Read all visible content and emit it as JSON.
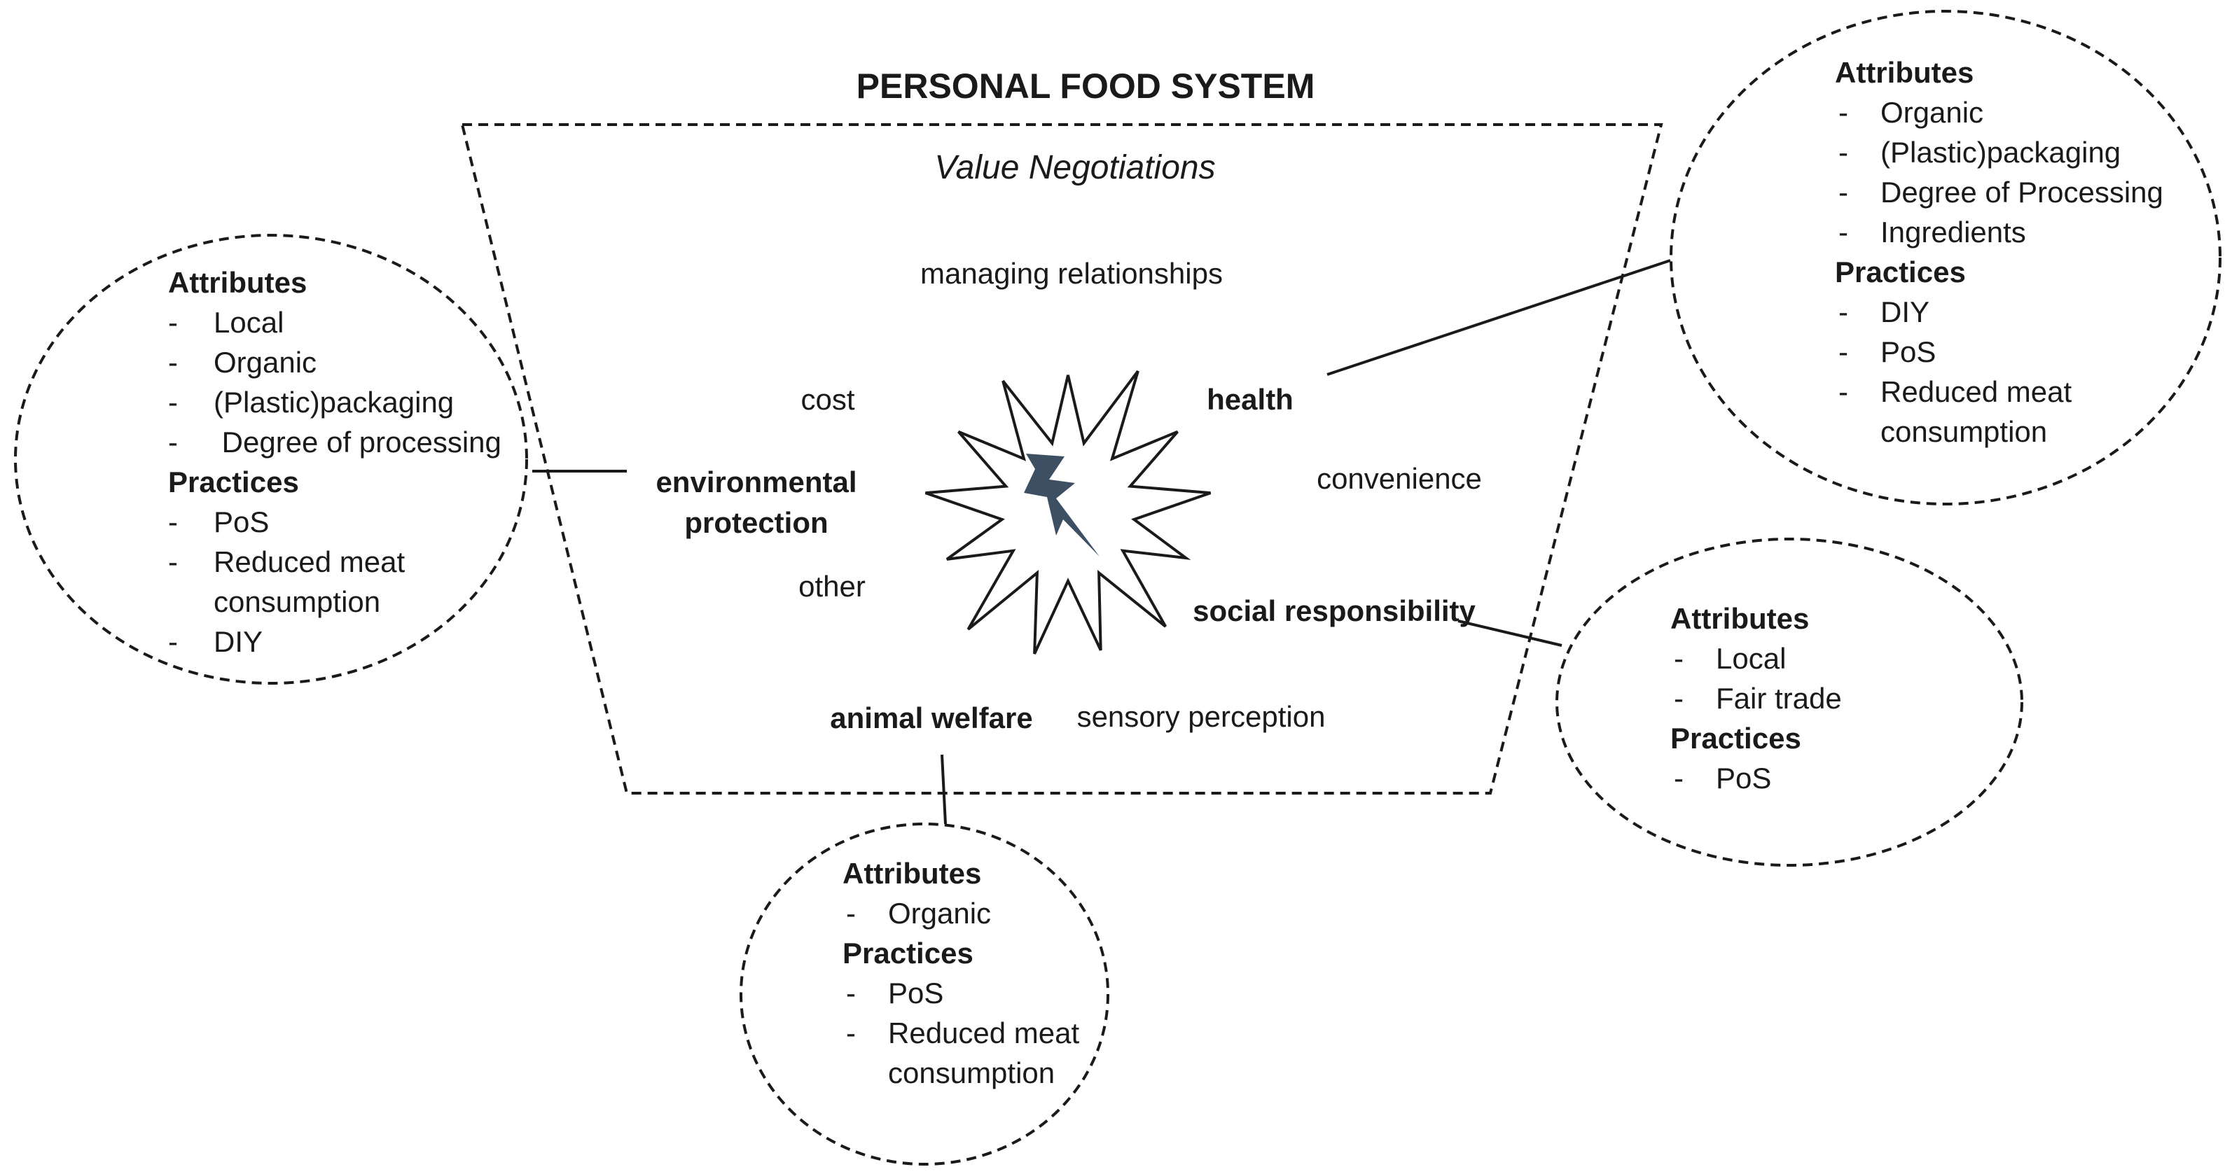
{
  "title": "PERSONAL FOOD SYSTEM",
  "subtitle": "Value Negotiations",
  "values": {
    "managing_relationships": "managing relationships",
    "cost": "cost",
    "health": "health",
    "convenience": "convenience",
    "environmental_protection_1": "environmental",
    "environmental_protection_2": "protection",
    "other": "other",
    "social_responsibility": "social responsibility",
    "animal_welfare": "animal welfare",
    "sensory_perception": "sensory perception"
  },
  "colors": {
    "lightning": "#3d4f63",
    "stroke": "#1a1a1a"
  },
  "icons": {
    "center": "lightning-bolt-icon",
    "burst": "conflict-starburst-icon"
  },
  "boxes": {
    "left": {
      "attributes_label": "Attributes",
      "attributes": [
        "Local",
        "Organic",
        "(Plastic)packaging",
        " Degree of processing"
      ],
      "practices_label": "Practices",
      "practices": [
        "PoS",
        "Reduced meat",
        "consumption",
        "DIY"
      ]
    },
    "right_top": {
      "attributes_label": "Attributes",
      "attributes": [
        "Organic",
        "(Plastic)packaging",
        "Degree of Processing",
        "Ingredients"
      ],
      "practices_label": "Practices",
      "practices": [
        "DIY",
        "PoS",
        "Reduced meat",
        "consumption"
      ]
    },
    "right_bottom": {
      "attributes_label": "Attributes",
      "attributes": [
        "Local",
        "Fair trade"
      ],
      "practices_label": "Practices",
      "practices": [
        "PoS"
      ]
    },
    "bottom": {
      "attributes_label": "Attributes",
      "attributes": [
        "Organic"
      ],
      "practices_label": "Practices",
      "practices": [
        "PoS",
        "Reduced meat",
        "consumption"
      ]
    }
  },
  "dash": "-"
}
